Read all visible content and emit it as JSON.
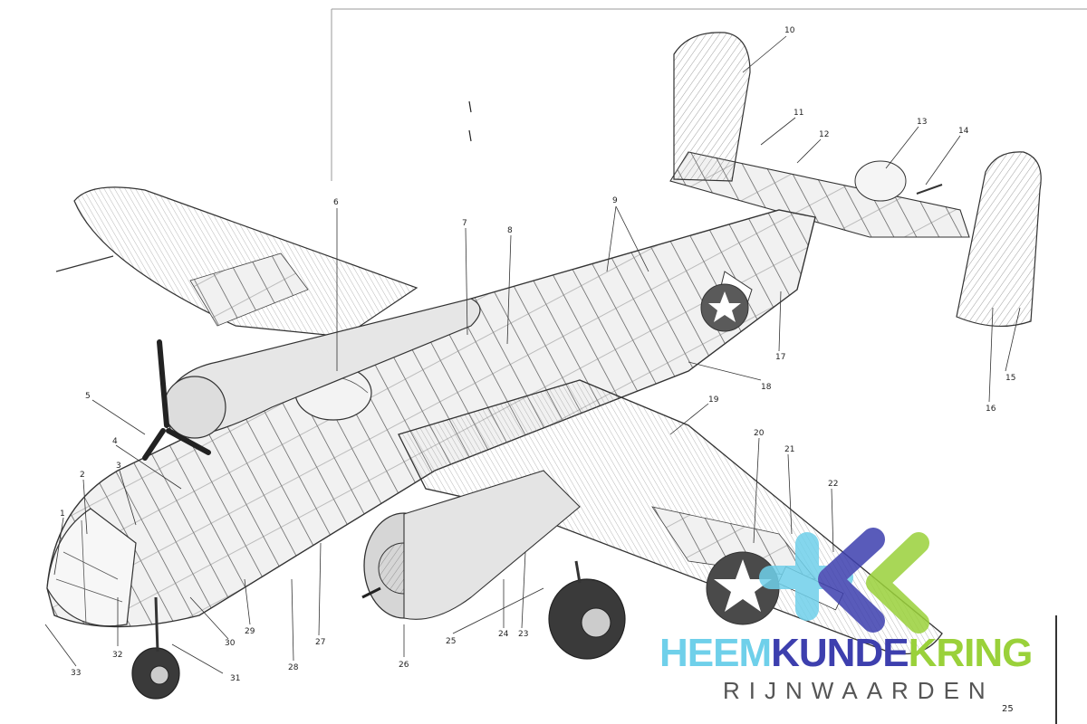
{
  "diagram": {
    "callouts": [
      "1",
      "2",
      "3",
      "4",
      "5",
      "6",
      "7",
      "8",
      "9",
      "10",
      "11",
      "12",
      "13",
      "14",
      "15",
      "16",
      "17",
      "18",
      "19",
      "20",
      "21",
      "22",
      "23",
      "24",
      "25",
      "26",
      "27",
      "28",
      "29",
      "30",
      "31",
      "32",
      "33"
    ]
  },
  "watermark": {
    "part1": "HEEM",
    "part2": "KUNDE",
    "part3": "KRING",
    "subtitle": "RIJNWAARDEN",
    "colors": {
      "cyan": "#6fd0ea",
      "indigo": "#3d3fae",
      "green": "#9ad13a"
    }
  },
  "page_number": "25"
}
